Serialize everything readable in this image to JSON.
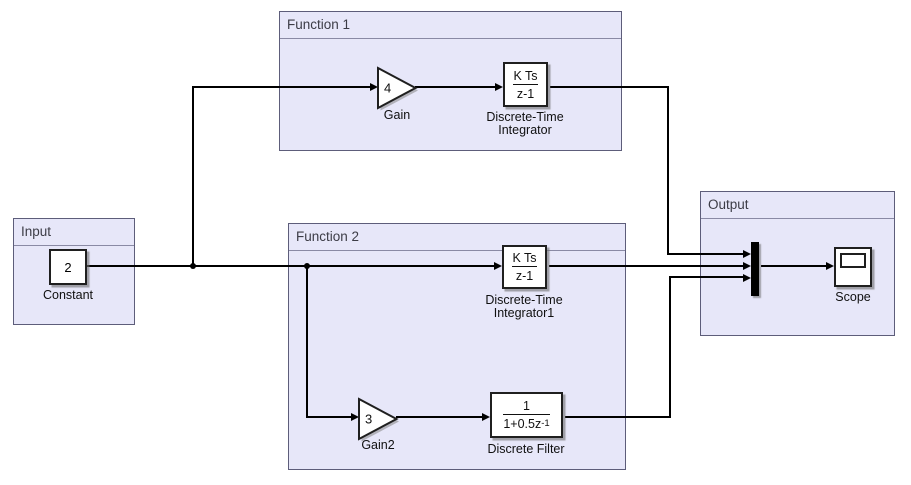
{
  "colors": {
    "area_fill": "#e7e7f9",
    "area_border": "#5d5d7a",
    "separator": "#8a8aa5",
    "title_text": "#3c3c46",
    "block_border": "#1f1f1f",
    "wire": "#000000"
  },
  "areas": {
    "function1": "Function 1",
    "function2": "Function 2",
    "input": "Input",
    "output": "Output"
  },
  "blocks": {
    "constant": {
      "value": "2",
      "label": "Constant"
    },
    "gain": {
      "value": "4",
      "label": "Gain"
    },
    "integrator": {
      "num": "K Ts",
      "den": "z-1",
      "label1": "Discrete-Time",
      "label2": "Integrator"
    },
    "integrator1": {
      "num": "K Ts",
      "den": "z-1",
      "label1": "Discrete-Time",
      "label2": "Integrator1"
    },
    "gain2": {
      "value": "3",
      "label": "Gain2"
    },
    "filter": {
      "num": "1",
      "den": "1+0.5z",
      "den_sup": "-1",
      "label": "Discrete Filter"
    },
    "scope": {
      "label": "Scope"
    }
  }
}
